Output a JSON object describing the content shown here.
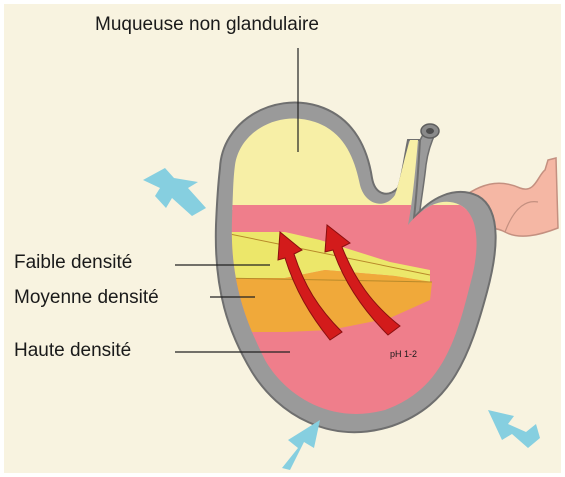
{
  "labels": {
    "top": "Muqueuse non glandulaire",
    "faible": "Faible densité",
    "moyenne": "Moyenne densité",
    "haute": "Haute densité",
    "ph": "pH 1-2"
  },
  "colors": {
    "background": "#f8f3e0",
    "stomach_wall": "#9a9a9a",
    "non_glandular": "#f7efa6",
    "faible_layer": "#ece76a",
    "moyenne_layer": "#f0a93a",
    "haute_layer": "#ef7e8b",
    "arrow": "#d31b1b",
    "pressure_arrow": "#86cfe0",
    "intestine": "#f5b7a4"
  }
}
